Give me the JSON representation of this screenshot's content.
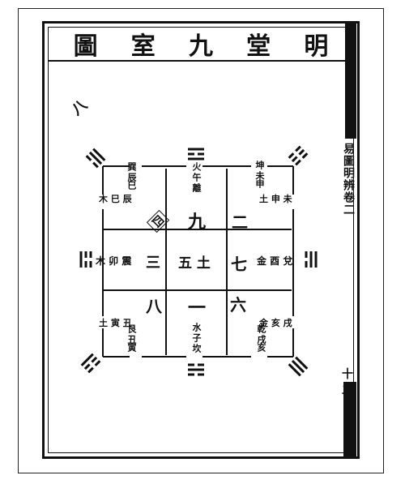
{
  "title": {
    "chars": [
      "明",
      "堂",
      "九",
      "室",
      "圖"
    ]
  },
  "spine": {
    "text": "易圖明辨卷二",
    "page_number": "十二"
  },
  "annotation": "八",
  "diagram": {
    "center": "五 土",
    "cells": {
      "top": "九",
      "bottom": "一",
      "left": "三",
      "right": "七",
      "top_left": "四",
      "top_right": "二",
      "bottom_left": "八",
      "bottom_right": "六"
    },
    "outer_labels": {
      "top": "火 午 離",
      "bottom": "水 子 坎",
      "left": "木 卯 震",
      "right": "金 酉 兌",
      "top_left_v": "巽 辰巳",
      "top_left_h": "木 巳 辰",
      "top_right_v": "坤 未申",
      "top_right_h": "土 申 未",
      "bottom_left_v": "艮 丑寅",
      "bottom_left_h": "土 寅 丑",
      "bottom_right_v": "乾 戌亥",
      "bottom_right_h": "金 亥 戌"
    }
  }
}
